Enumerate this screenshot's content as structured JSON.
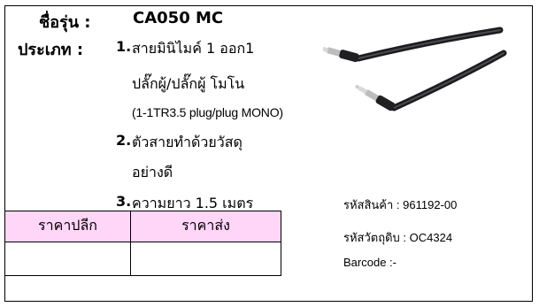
{
  "product": {
    "model_label": "ชื่อรุ่น :",
    "model_value": "CA050 MC",
    "type_label": "ประเภท :",
    "items": [
      {
        "number": "1.",
        "lines": [
          "สายมินิไมค์ 1 ออก1",
          "ปลั๊กผู้/ปลั๊กผู้ โมโน",
          "(1-1TR3.5 plug/plug MONO)"
        ]
      },
      {
        "number": "2.",
        "lines": [
          "ตัวสายทำด้วยวัสดุ",
          "อย่างดี"
        ]
      },
      {
        "number": "3.",
        "lines": [
          "ความยาว 1.5 เมตร"
        ]
      }
    ]
  },
  "codes": {
    "product_code": "รหัสสินค้า : 961192-00",
    "material_code": "รหัสวัตถุดิบ : OC4324",
    "barcode": "Barcode :-"
  },
  "price_table": {
    "headers": [
      "ราคาปลีก",
      "ราคาส่ง"
    ],
    "values": [
      "",
      ""
    ]
  },
  "colors": {
    "header_bg": "#ffd5f8",
    "cable": "#1c1c1e",
    "plug": "#c8c8c8"
  },
  "image": {
    "icon": "audio-cable-photo"
  }
}
